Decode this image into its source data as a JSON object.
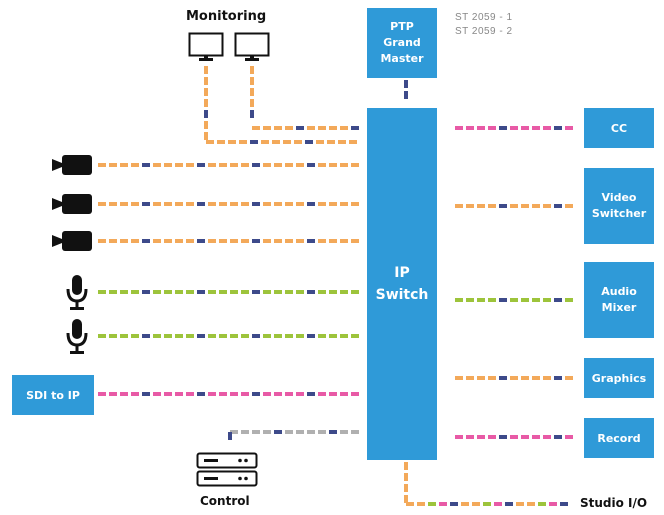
{
  "title": "Monitoring",
  "ptp": {
    "lines": [
      "PTP",
      "Grand",
      "Master"
    ],
    "standards": [
      "ST 2059 - 1",
      "ST 2059 - 2"
    ]
  },
  "ip_switch": {
    "lines": [
      "IP",
      "Switch"
    ]
  },
  "sdi_to_ip": "SDI to IP",
  "control": "Control",
  "studio_io": "Studio I/O",
  "outputs": {
    "cc": "CC",
    "video_switcher": [
      "Video",
      "Switcher"
    ],
    "audio_mixer": [
      "Audio",
      "Mixer"
    ],
    "graphics": "Graphics",
    "record": "Record"
  },
  "colors": {
    "box": "#2f9ad8",
    "video": "#f3a95a",
    "audio": "#9dc43b",
    "cc": "#e85aa6",
    "control": "#b0b0b0",
    "ptp": "#3d4a8a"
  },
  "icons": [
    "monitor-icon",
    "monitor-icon",
    "camera-icon",
    "camera-icon",
    "camera-icon",
    "microphone-icon",
    "microphone-icon",
    "server-icon"
  ]
}
